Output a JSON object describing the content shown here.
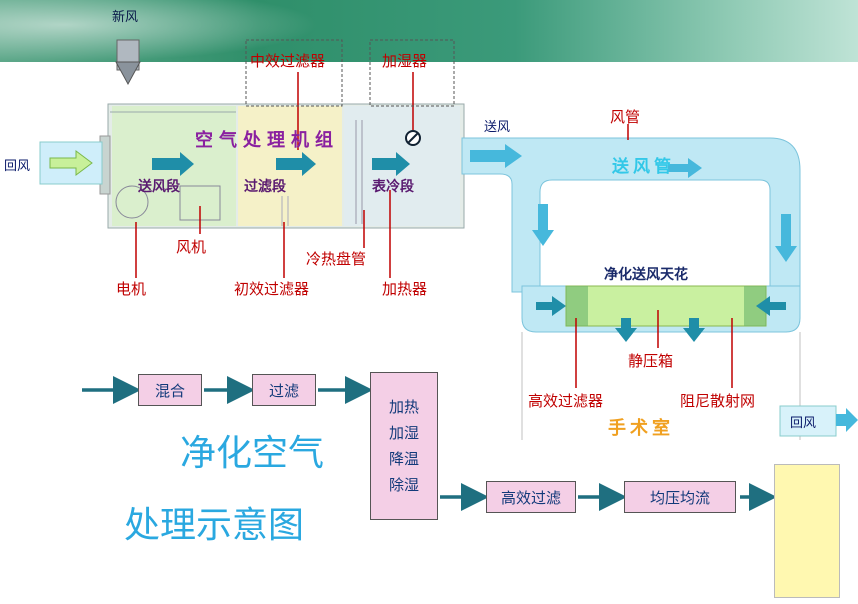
{
  "colors": {
    "banner": "#2f8f6a",
    "duct": "#bfe8f4",
    "filter_box": "#f4cfe6",
    "arrow": "#1f8ea8",
    "label_red": "#c00000",
    "title_blue": "#2aa8e0"
  },
  "banner": {
    "fresh_air": "新风"
  },
  "ahu": {
    "title": "空气处理机组",
    "sections": [
      "送风段",
      "过滤段",
      "表冷段"
    ],
    "callouts": {
      "mid_filter": "中效过滤器",
      "humidifier": "加湿器",
      "fan": "风机",
      "motor": "电机",
      "coil": "冷热盘管",
      "pre_filter": "初效过滤器",
      "heater": "加热器"
    }
  },
  "return_air_left": "回风",
  "supply_air": "送风",
  "duct_label": "风管",
  "duct_name": "送风管",
  "ceiling": {
    "title": "净化送风天花",
    "plenum": "静压箱",
    "hepa": "高效过滤器",
    "damper": "阻尼散射网"
  },
  "room": "手术室",
  "return_air_right": "回风",
  "flow": {
    "mix": "混合",
    "filter": "过滤",
    "treat": [
      "加热",
      "加湿",
      "降温",
      "除湿"
    ],
    "hepa_filter": "高效过滤",
    "equalize": "均压均流"
  },
  "title_line1": "净化空气",
  "title_line2": "处理示意图"
}
